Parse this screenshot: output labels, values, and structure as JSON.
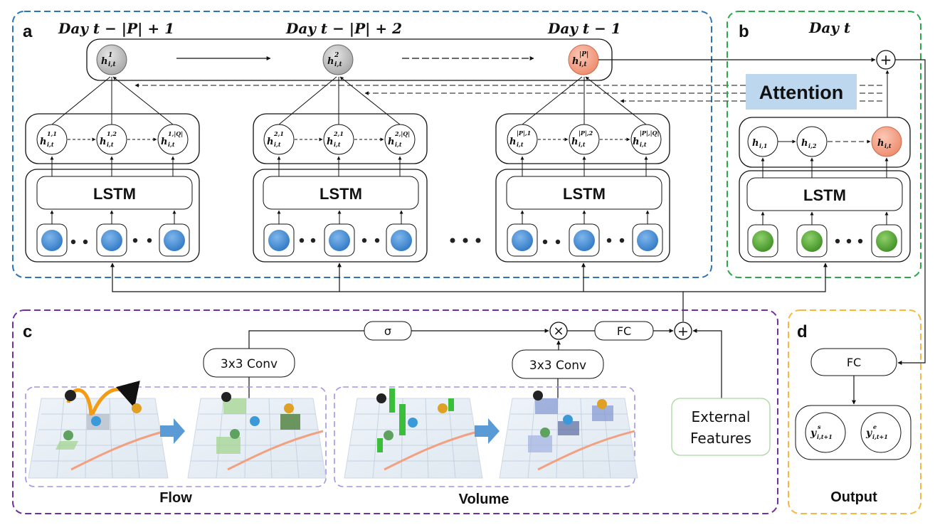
{
  "panel_a": {
    "letter": "a",
    "days": [
      "Day t − |P| + 1",
      "Day t − |P| + 2",
      "Day t − 1"
    ],
    "top_nodes": [
      "h¹i,t",
      "h²i,t",
      "h|P|i,t"
    ],
    "mid_nodes_1": [
      "h1,1i,t",
      "h1,2i,t",
      "h1,|Q|i,t"
    ],
    "mid_nodes_2": [
      "h2,1i,t",
      "h2,1i,t",
      "h2,|Q|i,t"
    ],
    "mid_nodes_3": [
      "h|P|,1i,t",
      "h|P|,2i,t",
      "h|P|,|Q|i,t"
    ],
    "lstm_label": "LSTM",
    "ellipsis": "• • •"
  },
  "panel_b": {
    "letter": "b",
    "day": "Day t",
    "attention_label": "Attention",
    "nodes": [
      "hi,1",
      "hi,2",
      "hi,t"
    ],
    "lstm_label": "LSTM",
    "plus": "+"
  },
  "panel_c": {
    "letter": "c",
    "sigma_label": "σ",
    "times_label": "×",
    "fc_label": "FC",
    "plus": "+",
    "conv_left": "3x3 Conv",
    "conv_right": "3x3 Conv",
    "external": [
      "External",
      "Features"
    ],
    "flow_label": "Flow",
    "volume_label": "Volume"
  },
  "panel_d": {
    "letter": "d",
    "fc_label": "FC",
    "outputs": [
      "ysi,t+1",
      "yei,t+1"
    ],
    "output_label": "Output"
  },
  "colors": {
    "panel_a_border": "#2e75b6",
    "panel_b_border": "#2aa84a",
    "panel_c_border": "#7030a0",
    "panel_d_border": "#f5b942",
    "blue_node": "#4a90d9",
    "green_node": "#5cae3a",
    "orange_node": "#f4a58a",
    "gray_node": "#bfbfbf",
    "attention_bg": "#bdd7ee"
  }
}
